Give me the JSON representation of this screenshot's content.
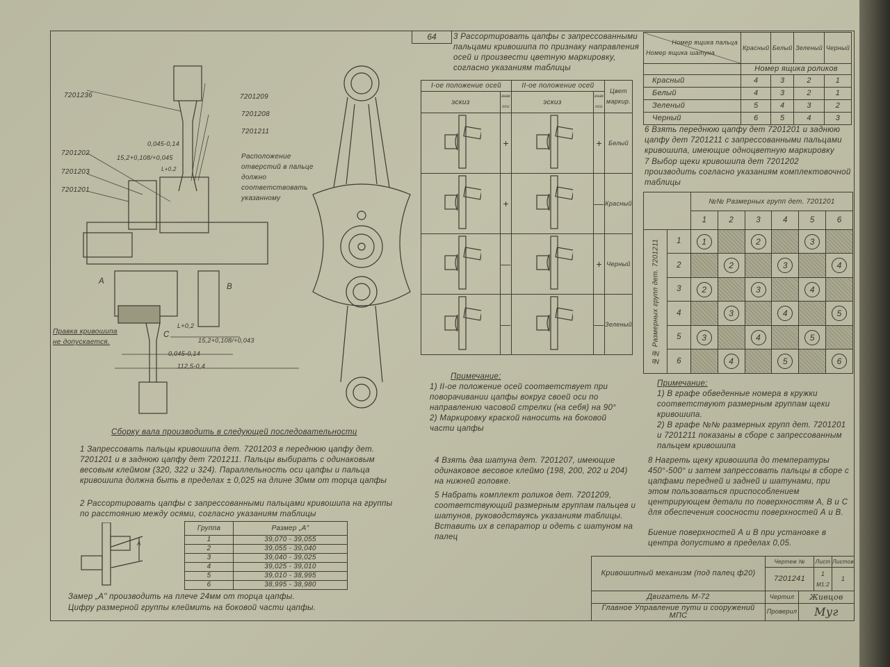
{
  "sheet_number": "64",
  "step3": "3 Рассортировать цапфы с запрессованными пальцами кривошипа по признаку направления осей и произвести цветную маркировку, согласно указаниям таблицы",
  "color_table": {
    "corner_top": "Номер ящика пальца",
    "corner_bottom": "Номер ящика шатуна",
    "columns": [
      "Красный",
      "Белый",
      "Зеленый",
      "Черный"
    ],
    "subheader": "Номер ящика роликов",
    "rows": [
      {
        "label": "Красный",
        "values": [
          "4",
          "3",
          "2",
          "1"
        ]
      },
      {
        "label": "Белый",
        "values": [
          "4",
          "3",
          "2",
          "1"
        ]
      },
      {
        "label": "Зеленый",
        "values": [
          "5",
          "4",
          "3",
          "2"
        ]
      },
      {
        "label": "Черный",
        "values": [
          "6",
          "5",
          "4",
          "3"
        ]
      }
    ]
  },
  "step6": "6 Взять переднюю цапфу дет 7201201 и заднюю цапфу дет 7201211 с запрессованными пальцами кривошипа, имеющие одноцветную маркировку",
  "step7": "7 Выбор щеки кривошипа дет 7201202 производить согласно указаниям комплектовочной таблицы",
  "matrix": {
    "col_title": "№№ Размерных групп дет. 7201201",
    "row_title": "№№ Размерных групп дет. 7201211",
    "cols": [
      "1",
      "2",
      "3",
      "4",
      "5",
      "6"
    ],
    "rows": [
      {
        "label": "1",
        "cells": [
          "1",
          null,
          "2",
          null,
          "3",
          null
        ]
      },
      {
        "label": "2",
        "cells": [
          null,
          "2",
          null,
          "3",
          null,
          "4"
        ]
      },
      {
        "label": "3",
        "cells": [
          "2",
          null,
          "3",
          null,
          "4",
          null
        ]
      },
      {
        "label": "4",
        "cells": [
          null,
          "3",
          null,
          "4",
          null,
          "5"
        ]
      },
      {
        "label": "5",
        "cells": [
          "3",
          null,
          "4",
          null,
          "5",
          null
        ]
      },
      {
        "label": "6",
        "cells": [
          null,
          "4",
          null,
          "5",
          null,
          "6"
        ]
      }
    ]
  },
  "matrix_notes": {
    "title": "Примечание:",
    "items": [
      "1) В графе обведенные номера в кружки соответствуют размерным группам щеки кривошипа.",
      "2) В графе №№ размерных групп дет. 7201201 и 7201211 показаны в сборе с запрессованным пальцем кривошипа"
    ]
  },
  "step8": "8 Нагреть щеку кривошипа до температуры 450°-500° и затем запрессовать пальцы в сборе с цапфами передней и задней и шатунами, при этом пользоваться приспособлением центрирующем детали по поверхностям А, В и С для обеспечения соосности поверхностей А и В.",
  "runout": "Биение поверхностей А и В при установке в центра допустимо в пределах 0,05.",
  "title_block": {
    "name": "Кривошипный механизм (под палец ф20)",
    "drawing_label": "Чертеж №",
    "drawing_number": "7201241",
    "sheet_label": "Лист",
    "sheets_label": "Листов",
    "sheet": "1",
    "sheets": "1",
    "scale": "М1:2",
    "engine": "Двигатель М-72",
    "drew_label": "Чертил",
    "drew_signature": "Живцов",
    "org": "Главное Управление пути и сооружений МПС",
    "checked_label": "Проверил",
    "checked_signature": "Муг"
  },
  "orientation_table": {
    "header_1": "I-ое положение осей",
    "header_2": "II-ое положение осей",
    "sketch_label": "эскиз",
    "sign_label": "знак оси",
    "color_label": "Цвет маркир.",
    "rows": [
      {
        "sign1": "+",
        "sign2": "+",
        "color": "Белый"
      },
      {
        "sign1": "+",
        "sign2": "—",
        "color": "Красный"
      },
      {
        "sign1": "—",
        "sign2": "+",
        "color": "Черный"
      },
      {
        "sign1": "—",
        "sign2": "—",
        "color": "Зеленый"
      }
    ]
  },
  "orient_notes": {
    "title": "Примечание:",
    "items": [
      "1) II-ое положение осей соответствует при поворачивании цапфы вокруг своей оси по направлению часовой стрелки (на себя) на 90°",
      "2) Маркировку краской наносить на боковой части цапфы"
    ]
  },
  "step4": "4 Взять два шатуна дет. 7201207, имеющие одинаковое весовое клеймо (198, 200, 202 и 204) на нижней головке.",
  "step5": "5 Набрать комплект роликов дет. 7201209, соответствующий размерным группам пальцев и шатунов, руководствуясь указаниям таблицы. Вставить их в сепаратор и одеть с шатуном на палец",
  "drawing_labels": {
    "parts_left": [
      "7201236",
      "7201202",
      "7201203",
      "7201201"
    ],
    "parts_right": [
      "7201209",
      "7201208",
      "7201211"
    ],
    "hole_note": "Расположение отверстий в пальце должно соответствовать указанному",
    "dim_gap_top": "0,045-0,14",
    "dim_15_top": "15,2+0,108/+0,045",
    "dim_l_top": "L+0,2",
    "dim_l_bottom": "L+0,2",
    "dim_15_bottom": "15,2+0,108/+0,043",
    "dim_gap_bottom": "0,045-0,14",
    "dim_total": "112,5-0,4",
    "point_a": "А",
    "point_b": "В",
    "point_c": "С",
    "crank_note": "Правка кривошипа не допускается."
  },
  "assembly": {
    "heading": "Сборку вала производить в следующей последовательности",
    "step1": "1 Запрессовать пальцы кривошипа дет. 7201203 в переднюю цапфу дет. 7201201 и в заднюю цапфу дет 7201211. Пальцы выбирать с одинаковым весовым клеймом (320, 322 и 324). Параллельность оси цапфы и пальца кривошипа должна быть в пределах ± 0,025 на длине 30мм от торца цапфы",
    "step2": "2 Рассортировать цапфы с запрессованными пальцами кривошипа на группы по расстоянию между осями, согласно указаниям таблицы"
  },
  "group_table": {
    "headers": [
      "Группа",
      "Размер „А\""
    ],
    "rows": [
      [
        "1",
        "39,070 - 39,055"
      ],
      [
        "2",
        "39,055 - 39,040"
      ],
      [
        "3",
        "39,040 - 39,025"
      ],
      [
        "4",
        "39,025 - 39,010"
      ],
      [
        "5",
        "39,010 - 38,995"
      ],
      [
        "6",
        "38,995 - 38,980"
      ]
    ]
  },
  "sketch_label": "А",
  "bottom_notes": [
    "Замер „А\" производить на плече 24мм от торца цапфы.",
    "Цифру размерной группы клеймить на боковой части цапфы."
  ]
}
